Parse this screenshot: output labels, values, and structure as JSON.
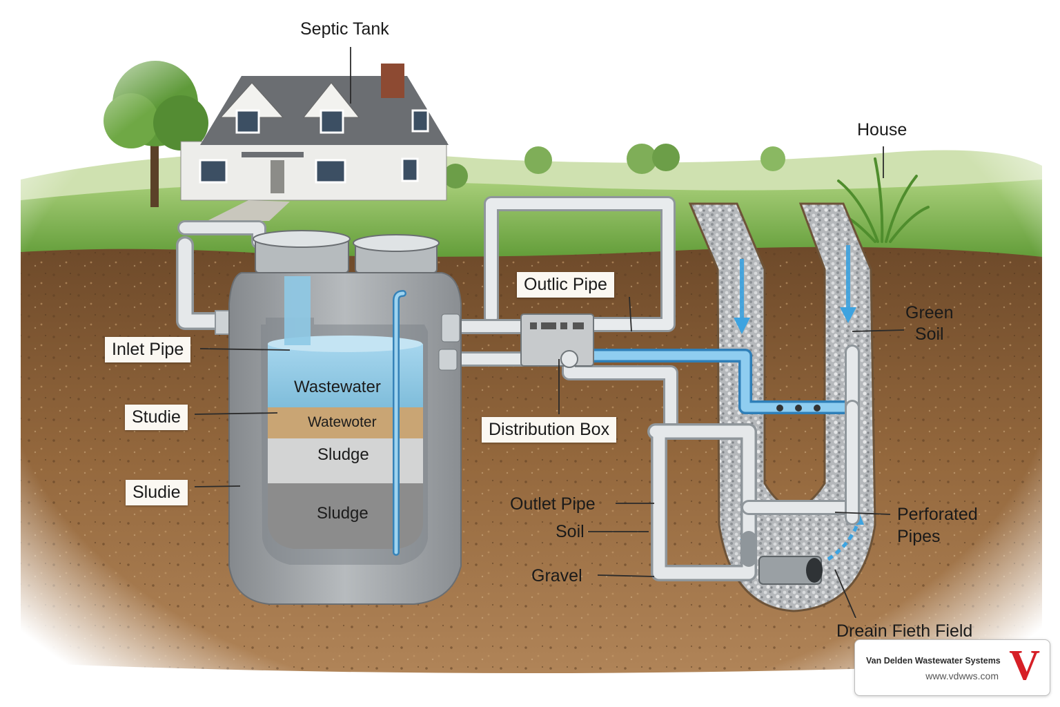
{
  "labels": {
    "septic_tank": "Septic Tank",
    "house": "House",
    "outlet_pipe_top": "Outlic Pipe",
    "green_soil": "Green\nSoil",
    "inlet_pipe": "Inlet Pipe",
    "studie": "Studie",
    "sludie": "Sludie",
    "distribution_box": "Distribution Box",
    "outlet_pipe": "Outlet Pipe",
    "soil": "Soil",
    "gravel": "Gravel",
    "perforated_pipes": "Perforated\nPipes",
    "drain_field": "Dreain Fieth Field"
  },
  "tank_layers": {
    "wastewater": "Wastewater",
    "watewoter": "Watewoter",
    "sludge_upper": "Sludge",
    "sludge_lower": "Sludge"
  },
  "logo": {
    "company": "Van Delden Wastewater Systems",
    "url": "www.vdwws.com",
    "mark": "V"
  },
  "colors": {
    "sky": "#ffffff",
    "grass": "#7fb04a",
    "soil": "#8a6038",
    "concrete": "#9ea3a7",
    "water": "#8ec9e6",
    "scum": "#c9a574",
    "sludge": "#cfcfcf",
    "sludge_dark": "#8a8a8a",
    "pipe": "#d4d8db",
    "flow": "#3da3e0",
    "gravel": "#b9bcbf",
    "accent": "#d61f26"
  }
}
